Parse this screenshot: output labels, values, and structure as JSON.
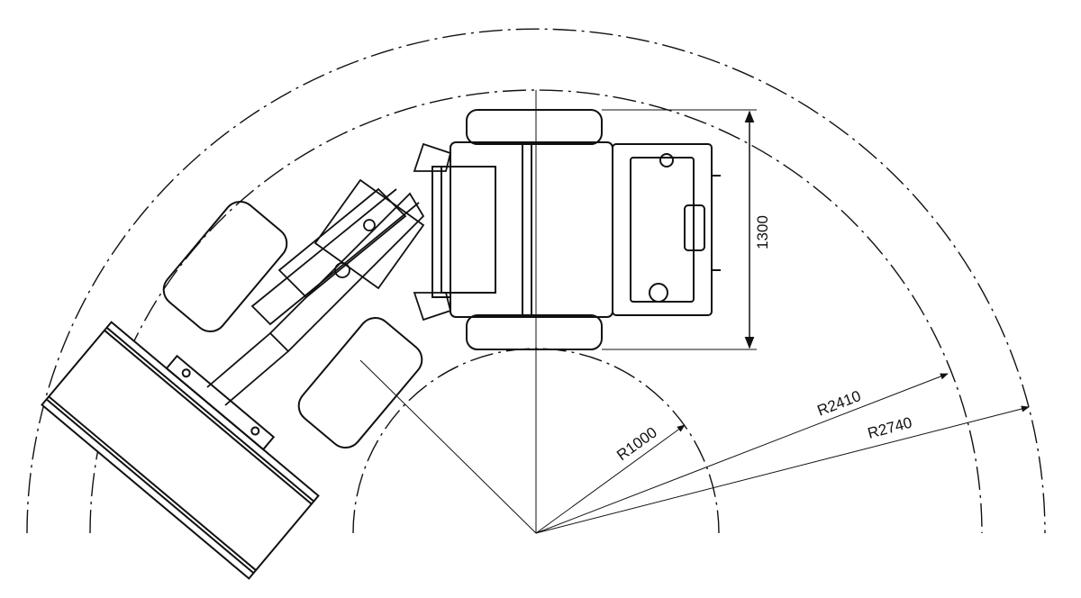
{
  "drawing": {
    "dimensions": {
      "width_dim": "1300",
      "radius_inner": "R1000",
      "radius_mid": "R2410",
      "radius_outer": "R2740"
    }
  }
}
